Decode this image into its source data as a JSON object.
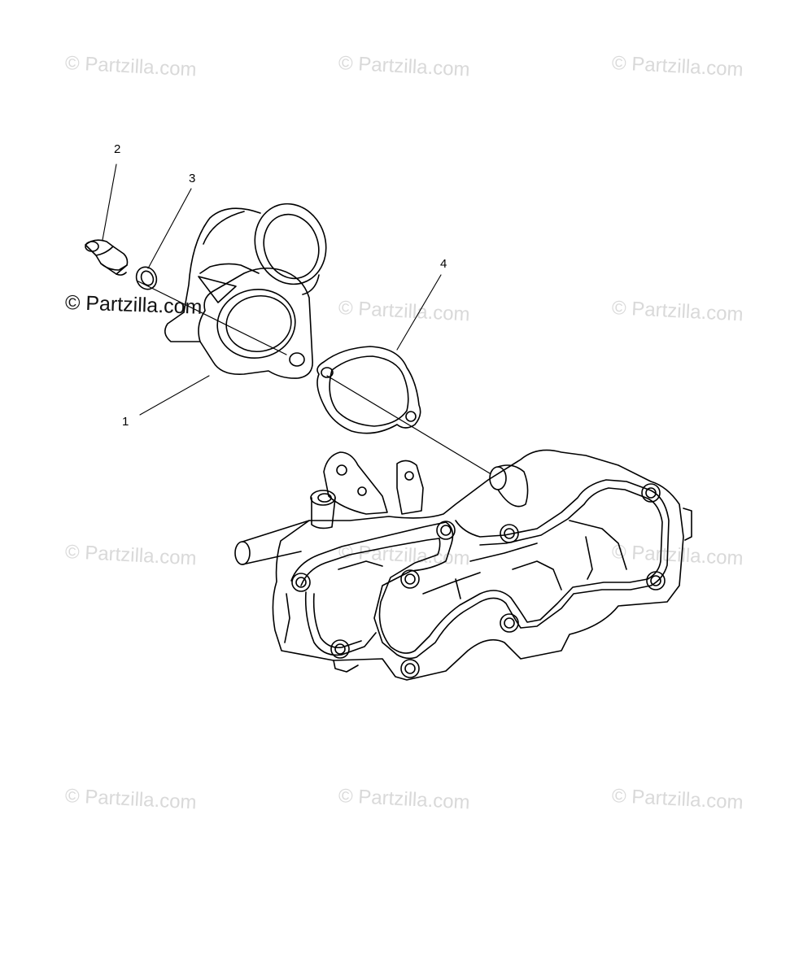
{
  "diagram": {
    "callouts": [
      {
        "id": "1",
        "text": "1"
      },
      {
        "id": "2",
        "text": "2"
      },
      {
        "id": "3",
        "text": "3"
      },
      {
        "id": "4",
        "text": "4"
      }
    ]
  },
  "watermark": {
    "text": "© Partzilla.com",
    "main_text": "© Partzilla.com"
  }
}
